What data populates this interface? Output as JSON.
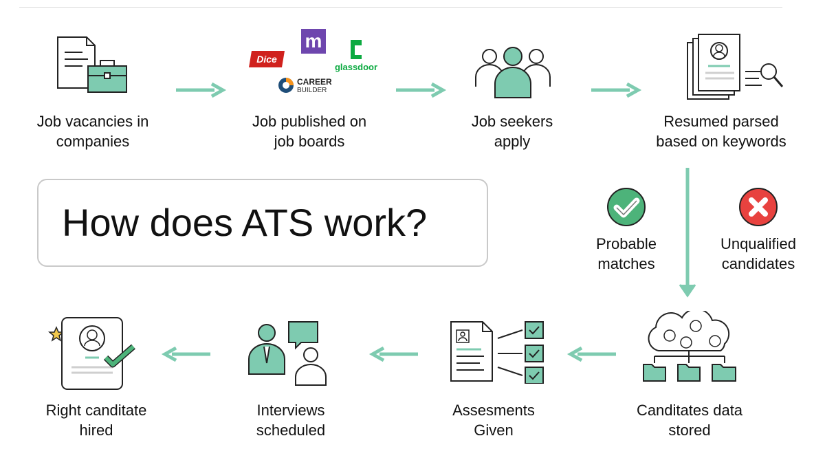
{
  "title": "How does ATS work?",
  "colors": {
    "accent": "#7ecbb0",
    "accent_dark": "#6bbf9f",
    "outline": "#222222",
    "reject": "#e8423f",
    "approve": "#4db37a"
  },
  "steps": [
    {
      "line1": "Job vacancies in",
      "line2": "companies",
      "icon": "briefcase-document-icon"
    },
    {
      "line1": "Job published on",
      "line2": "job boards",
      "icon": "job-board-logos"
    },
    {
      "line1": "Job seekers",
      "line2": "apply",
      "icon": "people-group-icon"
    },
    {
      "line1": "Resumed parsed",
      "line2": "based on keywords",
      "icon": "resume-search-icon"
    },
    {
      "line1": "Canditates data",
      "line2": "stored",
      "icon": "cloud-folders-icon"
    },
    {
      "line1": "Assesments",
      "line2": "Given",
      "icon": "assessment-checklist-icon"
    },
    {
      "line1": "Interviews",
      "line2": "scheduled",
      "icon": "interview-people-icon"
    },
    {
      "line1": "Right canditate",
      "line2": "hired",
      "icon": "hired-resume-icon"
    }
  ],
  "outcomes": [
    {
      "line1": "Probable",
      "line2": "matches",
      "icon": "check-circle-icon"
    },
    {
      "line1": "Unqualified",
      "line2": "candidates",
      "icon": "x-circle-icon"
    }
  ],
  "logos": {
    "dice": "Dice",
    "monster": "m",
    "glassdoor": "glassdoor",
    "careerbuilder_1": "CAREER",
    "careerbuilder_2": "BUILDER"
  }
}
